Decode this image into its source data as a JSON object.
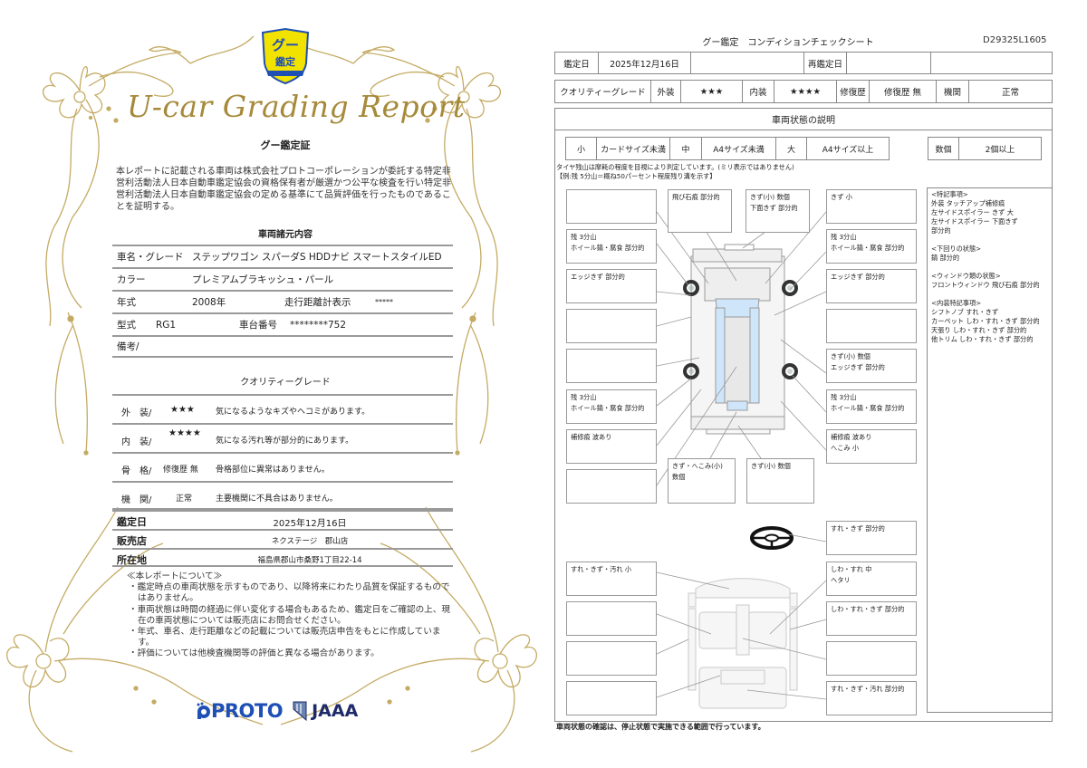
{
  "certificate": {
    "badge": {
      "line1": "グー",
      "line2": "鑑定"
    },
    "script_title": "U-car Grading Report",
    "heading": "グー鑑定証",
    "statement": "本レポートに記載される車両は株式会社プロトコーポレーションが委託する特定非営利活動法人日本自動車鑑定協会の資格保有者が厳選かつ公平な検査を行い特定非営利活動法人日本自動車鑑定協会の定める基準にて品質評価を行ったものであることを証明する。",
    "spec": {
      "title": "車両諸元内容",
      "model_grade_label": "車名・グレード",
      "model_grade_value": "ステップワゴン スパーダS HDDナビ スマートスタイルED",
      "color_label": "カラー",
      "color_value": "プレミアムブラキッシュ・パール",
      "year_label": "年式",
      "year_value": "2008年",
      "odometer_label": "走行距離計表示",
      "odometer_value": "*****",
      "type_label": "型式",
      "type_value": "RG1",
      "chassis_label": "車台番号",
      "chassis_value": "********752",
      "remarks_label": "備考/"
    },
    "grade": {
      "title": "クオリティーグレード",
      "rows": [
        {
          "label": "外　装/",
          "value": "★★★",
          "desc": "気になるようなキズやヘコミがあります。"
        },
        {
          "label": "内　装/",
          "value": "★★★★",
          "desc": "気になる汚れ等が部分的にあります。"
        },
        {
          "label": "骨　格/",
          "value": "修復歴 無",
          "desc": "骨格部位に異常はありません。"
        },
        {
          "label": "機　関/",
          "value": "正常",
          "desc": "主要機関に不具合はありません。"
        }
      ]
    },
    "info": {
      "date_label": "鑑定日",
      "date_value": "2025年12月16日",
      "dealer_label": "販売店",
      "dealer_value": "ネクステージ　郡山店",
      "address_label": "所在地",
      "address_value": "福島県郡山市桑野1丁目22-14"
    },
    "notes": {
      "head": "≪本レポートについて≫",
      "items": [
        "鑑定時点の車両状態を示すものであり、以降将来にわたり品質を保証するものではありません。",
        "車両状態は時間の経過に伴い変化する場合もあるため、鑑定日をご確認の上、現在の車両状態については販売店にお問合せください。",
        "年式、車名、走行距離などの記載については販売店申告をもとに作成しています。",
        "評価については他検査機関等の評価と異なる場合があります。"
      ]
    },
    "logos": {
      "proto": "PROTO",
      "jaaa": "JAAA"
    }
  },
  "sheet": {
    "title": "グー鑑定　コンディションチェックシート",
    "id": "D29325L1605",
    "date_row": {
      "date_label": "鑑定日",
      "date_value": "2025年12月16日",
      "redate_label": "再鑑定日",
      "redate_value": ""
    },
    "grade_row": {
      "quality_label": "クオリティーグレード",
      "exterior_label": "外装",
      "exterior_value": "★★★",
      "interior_label": "内装",
      "interior_value": "★★★★",
      "repair_label": "修復歴",
      "repair_value": "修復歴 無",
      "engine_label": "機関",
      "engine_value": "正常"
    },
    "section_title": "車両状態の説明",
    "size_legend": [
      {
        "k": "小",
        "v": "カードサイズ未満"
      },
      {
        "k": "中",
        "v": "A4サイズ未満"
      },
      {
        "k": "大",
        "v": "A4サイズ以上"
      }
    ],
    "qty_legend": {
      "k": "数個",
      "v": "2個以上"
    },
    "tire_note": [
      "タイヤ残山は摩耗の程度を目視により判定しています。(ミリ表示ではありません)",
      "【例:残 5分山＝概ね50パーセント程度残り溝を示す】"
    ],
    "callouts": {
      "l1": "",
      "l2": "残 3分山\nホイール錆・腐食 部分的",
      "l3": "エッジきず 部分的",
      "l4": "",
      "l5": "",
      "l6": "残 3分山\nホイール錆・腐食 部分的",
      "l7": "補修痕 波あり",
      "l8": "",
      "t1": "飛び石痕 部分的",
      "t2": "きず(小) 数個\n下面きず 部分的",
      "r1": "きず 小",
      "r2": "残 3分山\nホイール錆・腐食 部分的",
      "r3": "エッジきず 部分的",
      "r4": "",
      "r5": "きず(小) 数個\nエッジきず 部分的",
      "r6": "残 3分山\nホイール錆・腐食 部分的",
      "r7": "補修痕 波あり\nへこみ 小",
      "b1": "きず・へこみ(小) 数個",
      "b2": "きず(小) 数個",
      "i_steer": "すれ・きず 部分的",
      "i_l1": "すれ・きず・汚れ 小",
      "i_l2": "",
      "i_l3": "",
      "i_l4": "",
      "i_r1": "しわ・すれ 中\nヘタリ",
      "i_r2": "しわ・すれ・きず 部分的",
      "i_r3": "",
      "i_r4": "すれ・きず・汚れ 部分的"
    },
    "remarks": [
      {
        "head": "<特記事項>",
        "lines": [
          "外装 タッチアップ補修痕",
          "左サイドスポイラー きず 大",
          "左サイドスポイラー 下面きず",
          "部分的"
        ]
      },
      {
        "head": "<下回りの状態>",
        "lines": [
          "錆 部分的"
        ]
      },
      {
        "head": "<ウィンドウ類の状態>",
        "lines": [
          "フロントウィンドウ 飛び石痕 部分的"
        ]
      },
      {
        "head": "<内装特記事項>",
        "lines": [
          "シフトノブ すれ・きず",
          "カーペット しわ・すれ・きず 部分的",
          "天張り しわ・すれ・きず 部分的",
          "他トリム しわ・すれ・きず 部分的"
        ]
      }
    ],
    "footer": "車両状態の確認は、停止状態で実施できる範囲で行っています。"
  },
  "colors": {
    "gold": "#a68a3a",
    "badge_yellow": "#f2e200",
    "badge_blue": "#1e4fb5",
    "window_blue": "#cfe6fa",
    "border": "#888888"
  }
}
